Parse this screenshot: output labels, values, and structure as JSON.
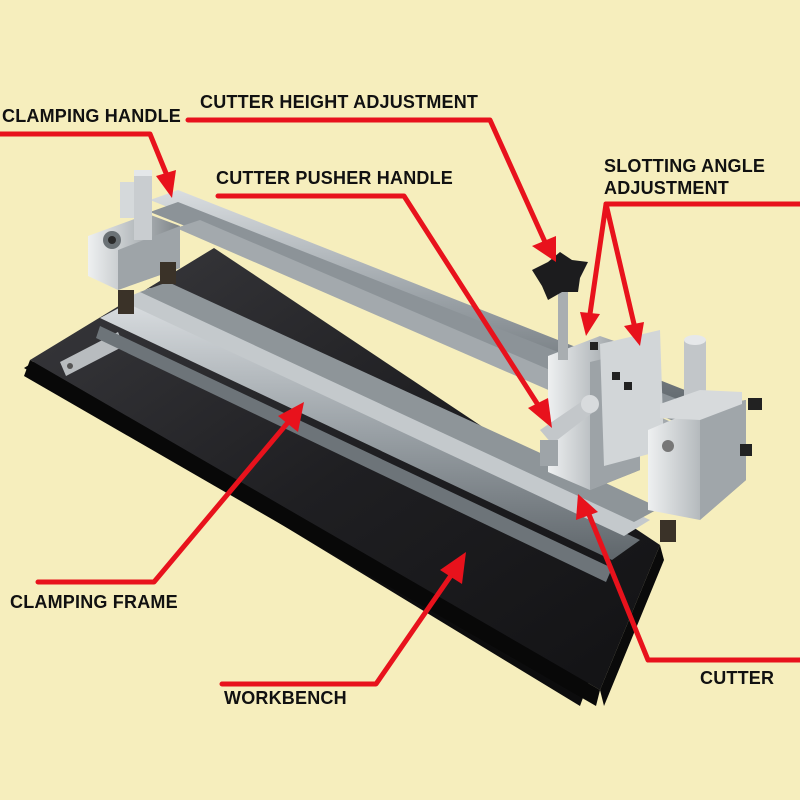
{
  "colors": {
    "background": "#f6eebd",
    "arrow": "#e8121c",
    "label_text": "#111111"
  },
  "labels": {
    "clamping_handle": "CLAMPING HANDLE",
    "cutter_height_adjustment": "CUTTER HEIGHT ADJUSTMENT",
    "cutter_pusher_handle": "CUTTER PUSHER HANDLE",
    "slotting_angle_adjustment_line1": "SLOTTING ANGLE",
    "slotting_angle_adjustment_line2": "ADJUSTMENT",
    "clamping_frame": "CLAMPING FRAME",
    "workbench": "WORKBENCH",
    "cutter": "CUTTER"
  }
}
